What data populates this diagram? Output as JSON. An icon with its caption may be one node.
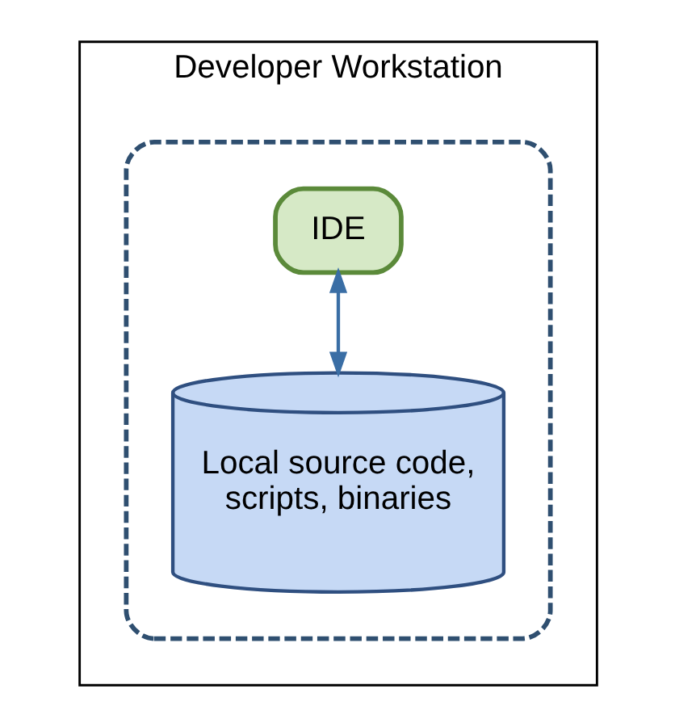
{
  "diagram": {
    "nodes": [
      {
        "text": [
          "Developer Workstation"
        ]
      },
      {
        "text": [],
        "shape": "box",
        "in": 0
      },
      {
        "text": [
          "IDE"
        ],
        "in": 1
      },
      {
        "text": [
          "Local source code, scripts, binaries"
        ],
        "in": 1
      }
    ],
    "edges": [
      {
        "from": 2,
        "to": 3,
        "arrow": "both"
      }
    ]
  }
}
